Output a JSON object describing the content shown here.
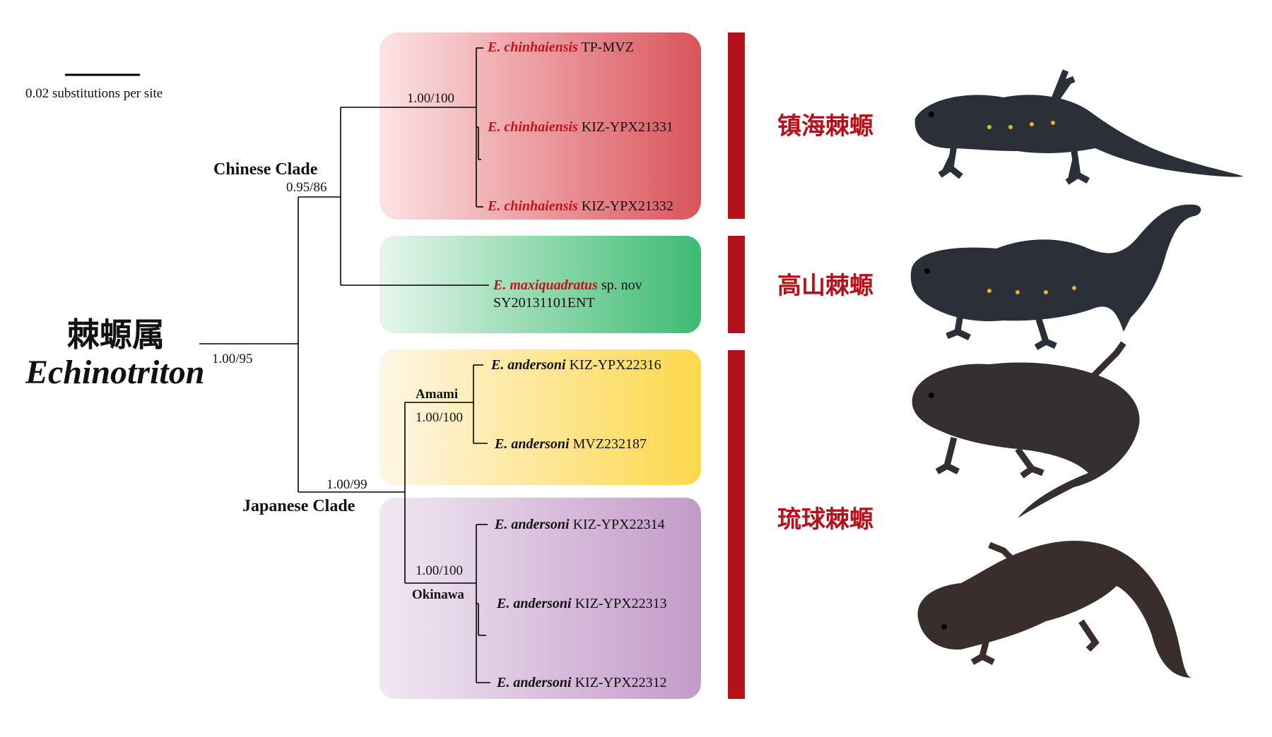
{
  "scale_bar": {
    "label": "0.02 substitutions per site"
  },
  "root": {
    "name_cn": "棘螈属",
    "name_latin": "Echinotriton",
    "support": "1.00/95"
  },
  "clades": {
    "chinese": {
      "label": "Chinese Clade",
      "support": "0.95/86"
    },
    "japanese": {
      "label": "Japanese Clade",
      "support": "1.00/99"
    },
    "chinhaiensis": {
      "support": "1.00/100"
    },
    "amami": {
      "label": "Amami",
      "support": "1.00/100"
    },
    "okinawa": {
      "label": "Okinawa",
      "support": "1.00/100"
    }
  },
  "taxa": [
    {
      "species": "E. chinhaiensis",
      "voucher": "TP-MVZ"
    },
    {
      "species": "E. chinhaiensis",
      "voucher": "KIZ-YPX21331"
    },
    {
      "species": "E. chinhaiensis",
      "voucher": "KIZ-YPX21332"
    },
    {
      "species": "E. maxiquadratus",
      "suffix": "sp. nov",
      "voucher": "SY20131101ENT"
    },
    {
      "species": "E. andersoni",
      "voucher": "KIZ-YPX22316"
    },
    {
      "species": "E. andersoni",
      "voucher": "MVZ232187"
    },
    {
      "species": "E. andersoni",
      "voucher": "KIZ-YPX22314"
    },
    {
      "species": "E. andersoni",
      "voucher": "KIZ-YPX22313"
    },
    {
      "species": "E. andersoni",
      "voucher": "KIZ-YPX22312"
    }
  ],
  "groups_cn": [
    "镇海棘螈",
    "高山棘螈",
    "琉球棘螈"
  ],
  "colors": {
    "red_box": "#d9545b",
    "green_box": "#3dbb71",
    "yellow_box": "#fcd84a",
    "purple_box": "#c39ac8",
    "accent_red": "#b3121a",
    "species_red": "#c0151c"
  }
}
